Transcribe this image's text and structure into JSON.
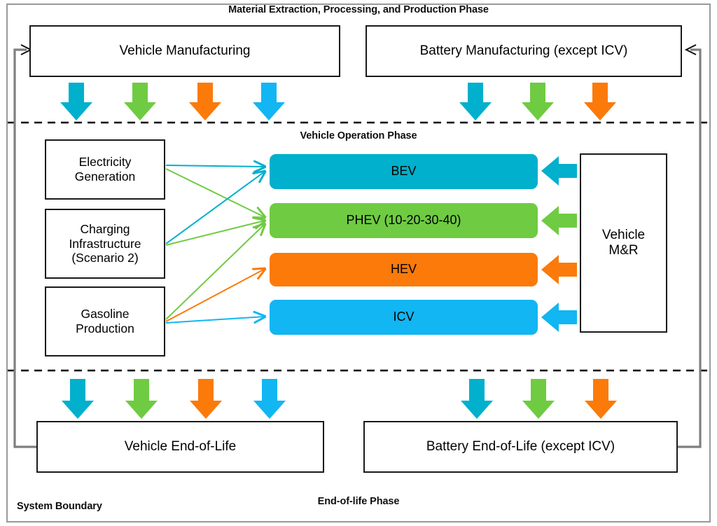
{
  "diagram": {
    "title_top": "Material Extraction, Processing, and Production Phase",
    "title_middle": "Vehicle Operation Phase",
    "title_bottom": "End-of-life Phase",
    "boundary_label": "System Boundary"
  },
  "colors": {
    "bev": "#00B0CC",
    "phev": "#6FCB42",
    "hev": "#FB7A0A",
    "icv": "#12B6F3",
    "box_border": "#1a1a1a",
    "boundary": "#9a9a9a",
    "loop_line": "#7f7f7f",
    "dashed_divider": "#000000"
  },
  "production": {
    "boxes": [
      {
        "id": "vehicle-manufacturing",
        "label": "Vehicle Manufacturing"
      },
      {
        "id": "battery-manufacturing",
        "label": "Battery Manufacturing (except ICV)"
      }
    ]
  },
  "operation": {
    "sources": [
      {
        "id": "electricity-generation",
        "label": "Electricity\nGeneration"
      },
      {
        "id": "charging-infrastructure",
        "label": "Charging\nInfrastructure\n(Scenario 2)"
      },
      {
        "id": "gasoline-production",
        "label": "Gasoline\nProduction"
      }
    ],
    "vehicles": [
      {
        "id": "bev",
        "label": "BEV",
        "color": "#00B0CC"
      },
      {
        "id": "phev",
        "label": "PHEV (10-20-30-40)",
        "color": "#6FCB42"
      },
      {
        "id": "hev",
        "label": "HEV",
        "color": "#FB7A0A"
      },
      {
        "id": "icv",
        "label": "ICV",
        "color": "#12B6F3"
      }
    ],
    "maintenance": {
      "id": "vehicle-mr",
      "label": "Vehicle\nM&R"
    }
  },
  "endoflife": {
    "boxes": [
      {
        "id": "vehicle-eol",
        "label": "Vehicle End-of-Life"
      },
      {
        "id": "battery-eol",
        "label": "Battery End-of-Life (except ICV)"
      }
    ]
  },
  "flows": {
    "top_vehicle_arrows": [
      "bev",
      "phev",
      "hev",
      "icv"
    ],
    "top_battery_arrows": [
      "bev",
      "phev",
      "hev"
    ],
    "bottom_vehicle_arrows": [
      "bev",
      "phev",
      "hev",
      "icv"
    ],
    "bottom_battery_arrows": [
      "bev",
      "phev",
      "hev"
    ],
    "mr_arrows": [
      "bev",
      "phev",
      "hev",
      "icv"
    ],
    "source_links": [
      {
        "from": "electricity-generation",
        "to": "bev",
        "color": "#00B0CC"
      },
      {
        "from": "electricity-generation",
        "to": "phev",
        "color": "#6FCB42"
      },
      {
        "from": "charging-infrastructure",
        "to": "bev",
        "color": "#00B0CC"
      },
      {
        "from": "charging-infrastructure",
        "to": "phev",
        "color": "#6FCB42"
      },
      {
        "from": "gasoline-production",
        "to": "phev",
        "color": "#6FCB42"
      },
      {
        "from": "gasoline-production",
        "to": "hev",
        "color": "#FB7A0A"
      },
      {
        "from": "gasoline-production",
        "to": "icv",
        "color": "#12B6F3"
      }
    ],
    "recycle_loops": [
      {
        "id": "vehicle-recycle-loop",
        "from": "vehicle-eol",
        "to": "vehicle-manufacturing"
      },
      {
        "id": "battery-recycle-loop",
        "from": "battery-eol",
        "to": "battery-manufacturing"
      }
    ]
  }
}
